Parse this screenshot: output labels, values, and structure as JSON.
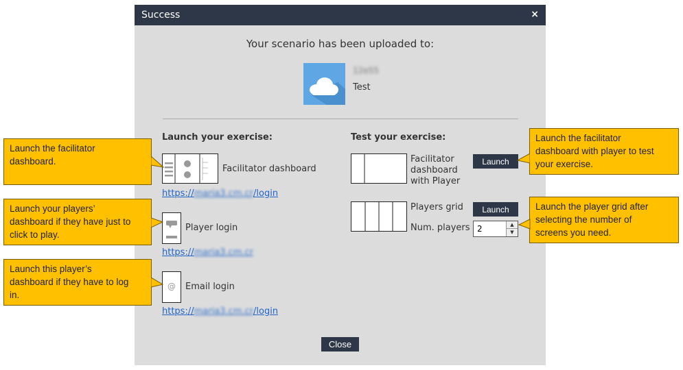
{
  "dialog": {
    "title": "Success",
    "close_icon_glyph": "×",
    "heading": "Your scenario has been uploaded to:",
    "scenario": {
      "id": "12e55",
      "name": "Test",
      "icon": "cloud-icon",
      "tile_color": "#5fa6e4"
    },
    "launch_section": {
      "title": "Launch your exercise:",
      "items": [
        {
          "label": "Facilitator dashboard",
          "icon": "facilitator-dashboard-icon",
          "link_prefix": "https://",
          "link_hidden": "maria3.cm.cr",
          "link_suffix": "/login"
        },
        {
          "label": "Player login",
          "icon": "player-login-icon",
          "link_prefix": "https://",
          "link_hidden": "maria3.cm.cr",
          "link_suffix": ""
        },
        {
          "label": "Email login",
          "icon": "email-login-icon",
          "icon_glyph": "@",
          "link_prefix": "https://",
          "link_hidden": "maria3.cm.cr",
          "link_suffix": "/login"
        }
      ]
    },
    "test_section": {
      "title": "Test your exercise:",
      "facilitator_with_player": {
        "label_line1": "Facilitator",
        "label_line2": "dashboard",
        "label_line3": "with Player",
        "button": "Launch"
      },
      "players_grid": {
        "label": "Players grid",
        "button": "Launch",
        "num_players_label": "Num. players",
        "num_players_value": "2"
      }
    },
    "close_button": "Close"
  },
  "callouts": [
    {
      "line1": "Launch the facilitator",
      "line2": "dashboard."
    },
    {
      "line1": "Launch your players’",
      "line2": "dashboard if they have just to",
      "line3": "click to play."
    },
    {
      "line1": "Launch this player’s",
      "line2": "dashboard if they have to log",
      "line3": "in."
    },
    {
      "line1": "Launch the facilitator",
      "line2": "dashboard with player to test",
      "line3": "your exercise."
    },
    {
      "line1": "Launch the player grid after",
      "line2": "selecting the number of",
      "line3": "screens you need."
    }
  ],
  "colors": {
    "titlebar": "#2e3748",
    "dialog_bg": "#dcdcdc",
    "callout": "#ffc000",
    "link": "#1e64c8",
    "button": "#2e3748"
  }
}
